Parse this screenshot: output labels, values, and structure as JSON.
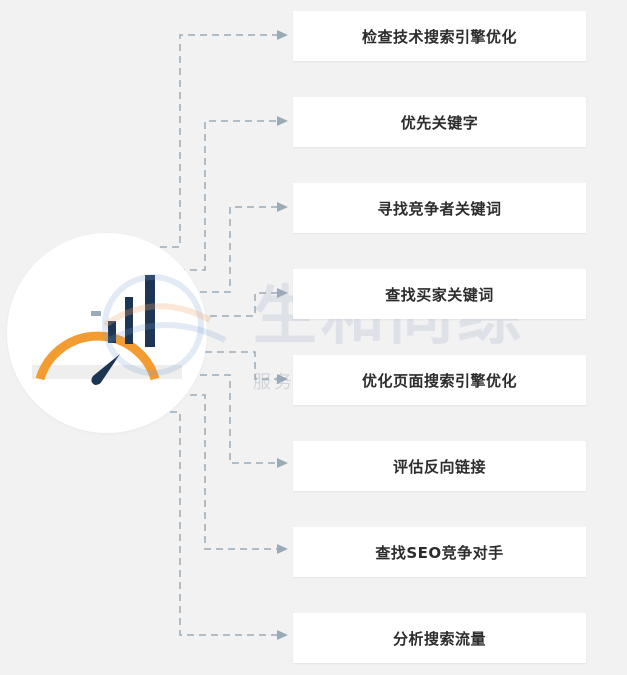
{
  "steps": [
    {
      "label": "检查技术搜索引擎优化"
    },
    {
      "label": "优先关键字"
    },
    {
      "label": "寻找竞争者关键词"
    },
    {
      "label": "查找买家关键词"
    },
    {
      "label": "优化页面搜索引擎优化"
    },
    {
      "label": "评估反向链接"
    },
    {
      "label": "查找SEO竞争对手"
    },
    {
      "label": "分析搜索流量"
    }
  ],
  "watermark": {
    "title": "生和同综",
    "subtitle": "服务跨境电商 助力品牌出海"
  },
  "colors": {
    "background": "#f2f2f2",
    "box": "#ffffff",
    "connector": "#9aabb8",
    "gauge_arc": "#f39c32",
    "gauge_needle_and_bars": "#1c3553"
  }
}
